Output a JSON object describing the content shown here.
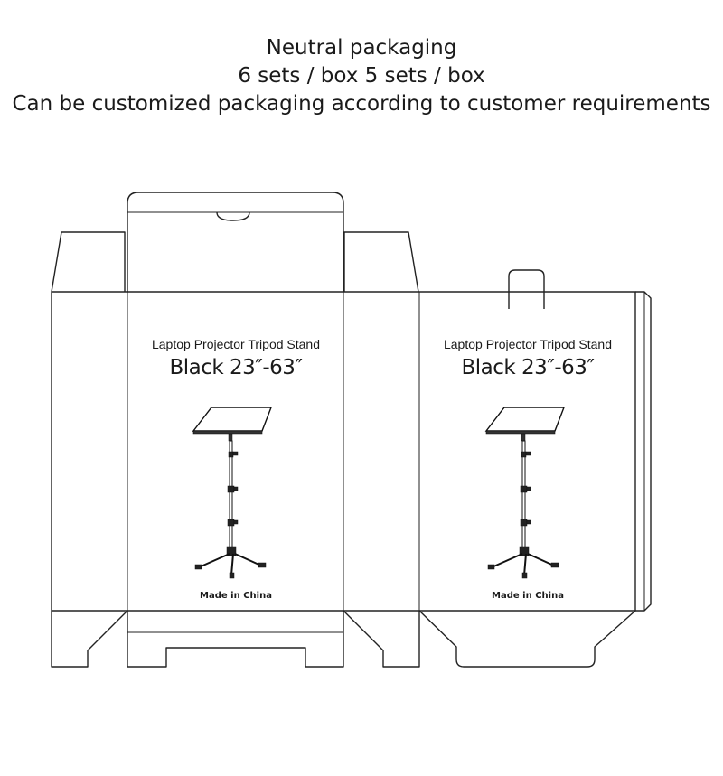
{
  "header": {
    "line1": "Neutral packaging",
    "line2": "6 sets / box 5 sets / box",
    "line3": "Can be customized packaging according to customer requirements"
  },
  "panels": [
    {
      "title": "Laptop Projector Tripod Stand",
      "model": "Black 23″-63″",
      "made": "Made in China",
      "icon": "tripod-stand-icon"
    },
    {
      "title": "Laptop Projector Tripod Stand",
      "model": "Black 23″-63″",
      "made": "Made in China",
      "icon": "tripod-stand-icon"
    }
  ]
}
